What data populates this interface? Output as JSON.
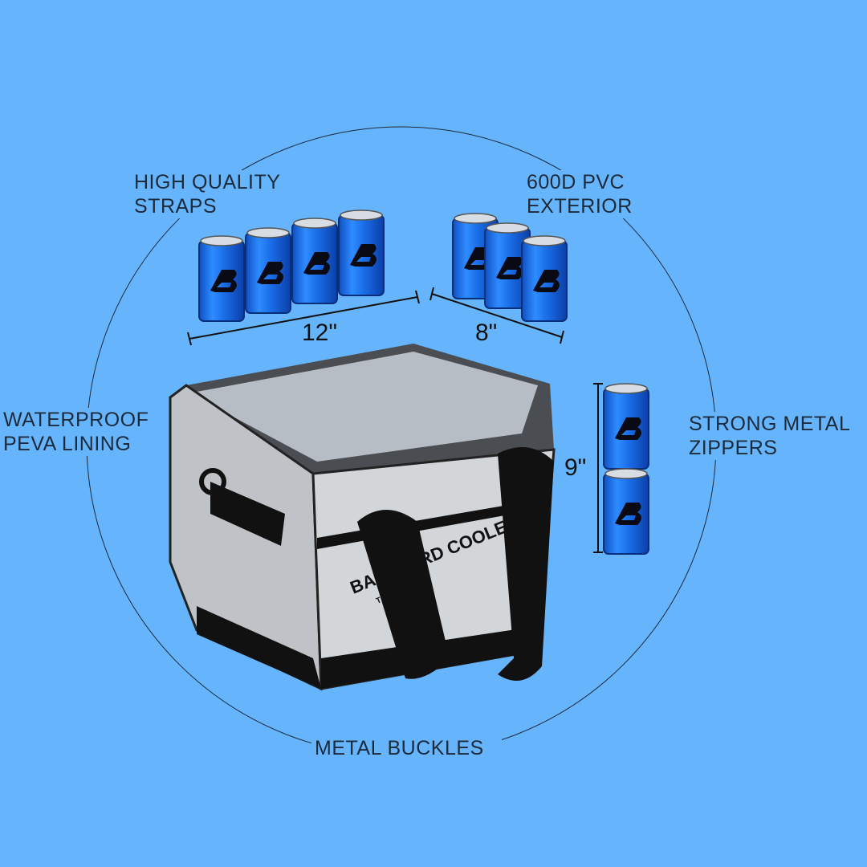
{
  "features": {
    "straps": [
      "HIGH QUALITY",
      "STRAPS"
    ],
    "exterior": [
      "600D PVC",
      "EXTERIOR"
    ],
    "lining": [
      "WATERPROOF",
      "PEVA LINING"
    ],
    "zippers": [
      "STRONG METAL",
      "ZIPPERS"
    ],
    "buckles": "METAL BUCKLES"
  },
  "dimensions": {
    "length": "12\"",
    "width": "8\"",
    "height": "9\""
  },
  "bag": {
    "brand": "BACKYARD COOLERS",
    "sub": "TRIPPER"
  },
  "colors": {
    "background": "#66b5fc",
    "can": "#1a6ee8",
    "bag": "#c9cbce"
  }
}
